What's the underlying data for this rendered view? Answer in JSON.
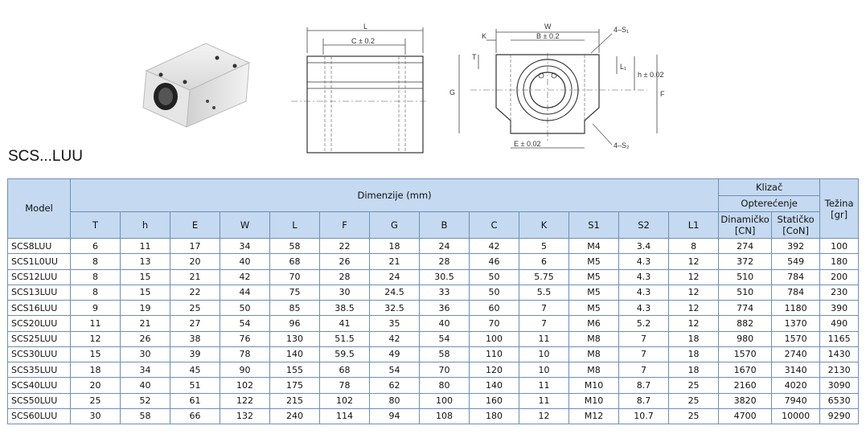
{
  "title": "SCS...LUU",
  "drawing": {
    "front": {
      "L": "L",
      "C": "C ± 0.2"
    },
    "side": {
      "W": "W",
      "B": "B ± 0.2",
      "K": "K",
      "S1": "4–S₁",
      "S2": "4–S₂",
      "T": "T",
      "L1": "L₁",
      "h": "h ± 0.02",
      "G": "G",
      "F": "F",
      "E": "E ± 0.02"
    }
  },
  "table": {
    "model_header": "Model",
    "dimensions_header": "Dimenzije (mm)",
    "slider_header": "Klizač",
    "load_header": "Opterećenje",
    "weight_header": "Težina [gr]",
    "dynamic_header": "Dinamičko [CN]",
    "static_header": "Statičko [CoN]",
    "columns": [
      "T",
      "h",
      "E",
      "W",
      "L",
      "F",
      "G",
      "B",
      "C",
      "K",
      "S1",
      "S2",
      "L1"
    ],
    "rows": [
      [
        "SCS8LUU",
        "6",
        "11",
        "17",
        "34",
        "58",
        "22",
        "18",
        "24",
        "42",
        "5",
        "M4",
        "3.4",
        "8",
        "274",
        "392",
        "100"
      ],
      [
        "SCS1L0UU",
        "8",
        "13",
        "20",
        "40",
        "68",
        "26",
        "21",
        "28",
        "46",
        "6",
        "M5",
        "4.3",
        "12",
        "372",
        "549",
        "180"
      ],
      [
        "SCS12LUU",
        "8",
        "15",
        "21",
        "42",
        "70",
        "28",
        "24",
        "30.5",
        "50",
        "5.75",
        "M5",
        "4.3",
        "12",
        "510",
        "784",
        "200"
      ],
      [
        "SCS13LUU",
        "8",
        "15",
        "22",
        "44",
        "75",
        "30",
        "24.5",
        "33",
        "50",
        "5.5",
        "M5",
        "4.3",
        "12",
        "510",
        "784",
        "230"
      ],
      [
        "SCS16LUU",
        "9",
        "19",
        "25",
        "50",
        "85",
        "38.5",
        "32.5",
        "36",
        "60",
        "7",
        "M5",
        "4.3",
        "12",
        "774",
        "1180",
        "390"
      ],
      [
        "SCS20LUU",
        "11",
        "21",
        "27",
        "54",
        "96",
        "41",
        "35",
        "40",
        "70",
        "7",
        "M6",
        "5.2",
        "12",
        "882",
        "1370",
        "490"
      ],
      [
        "SCS25LUU",
        "12",
        "26",
        "38",
        "76",
        "130",
        "51.5",
        "42",
        "54",
        "100",
        "11",
        "M8",
        "7",
        "18",
        "980",
        "1570",
        "1165"
      ],
      [
        "SCS30LUU",
        "15",
        "30",
        "39",
        "78",
        "140",
        "59.5",
        "49",
        "58",
        "110",
        "10",
        "M8",
        "7",
        "18",
        "1570",
        "2740",
        "1430"
      ],
      [
        "SCS35LUU",
        "18",
        "34",
        "45",
        "90",
        "155",
        "68",
        "54",
        "70",
        "120",
        "10",
        "M8",
        "7",
        "18",
        "1670",
        "3140",
        "2130"
      ],
      [
        "SCS40LUU",
        "20",
        "40",
        "51",
        "102",
        "175",
        "78",
        "62",
        "80",
        "140",
        "11",
        "M10",
        "8.7",
        "25",
        "2160",
        "4020",
        "3090"
      ],
      [
        "SCS50LUU",
        "25",
        "52",
        "61",
        "122",
        "215",
        "102",
        "80",
        "100",
        "160",
        "11",
        "M10",
        "8.7",
        "25",
        "3820",
        "7940",
        "6530"
      ],
      [
        "SCS60LUU",
        "30",
        "58",
        "66",
        "132",
        "240",
        "114",
        "94",
        "108",
        "180",
        "12",
        "M12",
        "10.7",
        "25",
        "4700",
        "10000",
        "9290"
      ]
    ]
  }
}
